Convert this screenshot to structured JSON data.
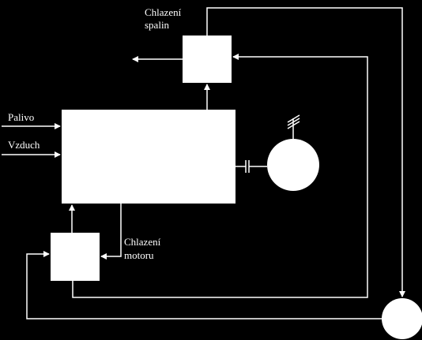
{
  "colors": {
    "background": "#000000",
    "foreground": "#ffffff"
  },
  "labels": {
    "flue_gas_cooling_line1": "Chlazení",
    "flue_gas_cooling_line2": "spalin",
    "fuel": "Palivo",
    "air": "Vzduch",
    "engine_cooling_line1": "Chlazení",
    "engine_cooling_line2": "motoru"
  }
}
